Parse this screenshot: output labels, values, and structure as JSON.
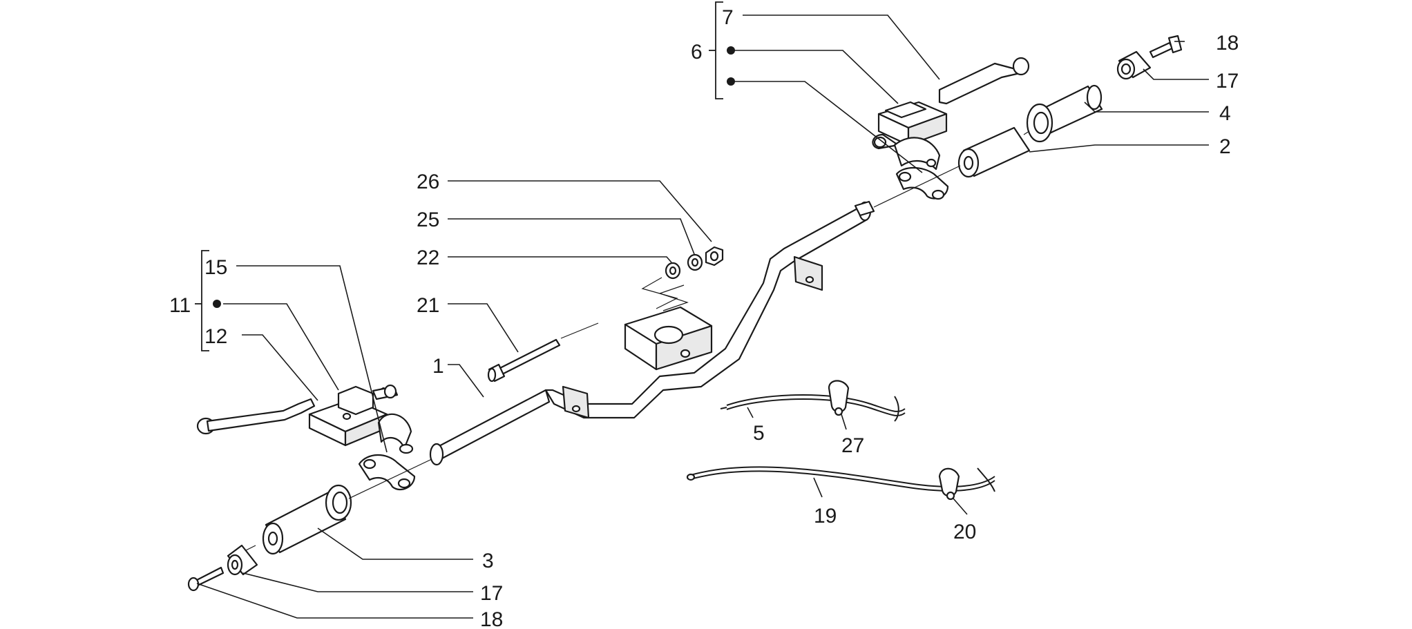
{
  "callouts": [
    {
      "id": "c1",
      "text": "1"
    },
    {
      "id": "c2",
      "text": "2"
    },
    {
      "id": "c3",
      "text": "3"
    },
    {
      "id": "c4",
      "text": "4"
    },
    {
      "id": "c5",
      "text": "5"
    },
    {
      "id": "c6",
      "text": "6"
    },
    {
      "id": "c7",
      "text": "7"
    },
    {
      "id": "c11",
      "text": "11"
    },
    {
      "id": "c12",
      "text": "12"
    },
    {
      "id": "c15",
      "text": "15"
    },
    {
      "id": "c17a",
      "text": "17"
    },
    {
      "id": "c17b",
      "text": "17"
    },
    {
      "id": "c18a",
      "text": "18"
    },
    {
      "id": "c18b",
      "text": "18"
    },
    {
      "id": "c19",
      "text": "19"
    },
    {
      "id": "c20",
      "text": "20"
    },
    {
      "id": "c21",
      "text": "21"
    },
    {
      "id": "c22",
      "text": "22"
    },
    {
      "id": "c25",
      "text": "25"
    },
    {
      "id": "c26",
      "text": "26"
    },
    {
      "id": "c27",
      "text": "27"
    }
  ]
}
